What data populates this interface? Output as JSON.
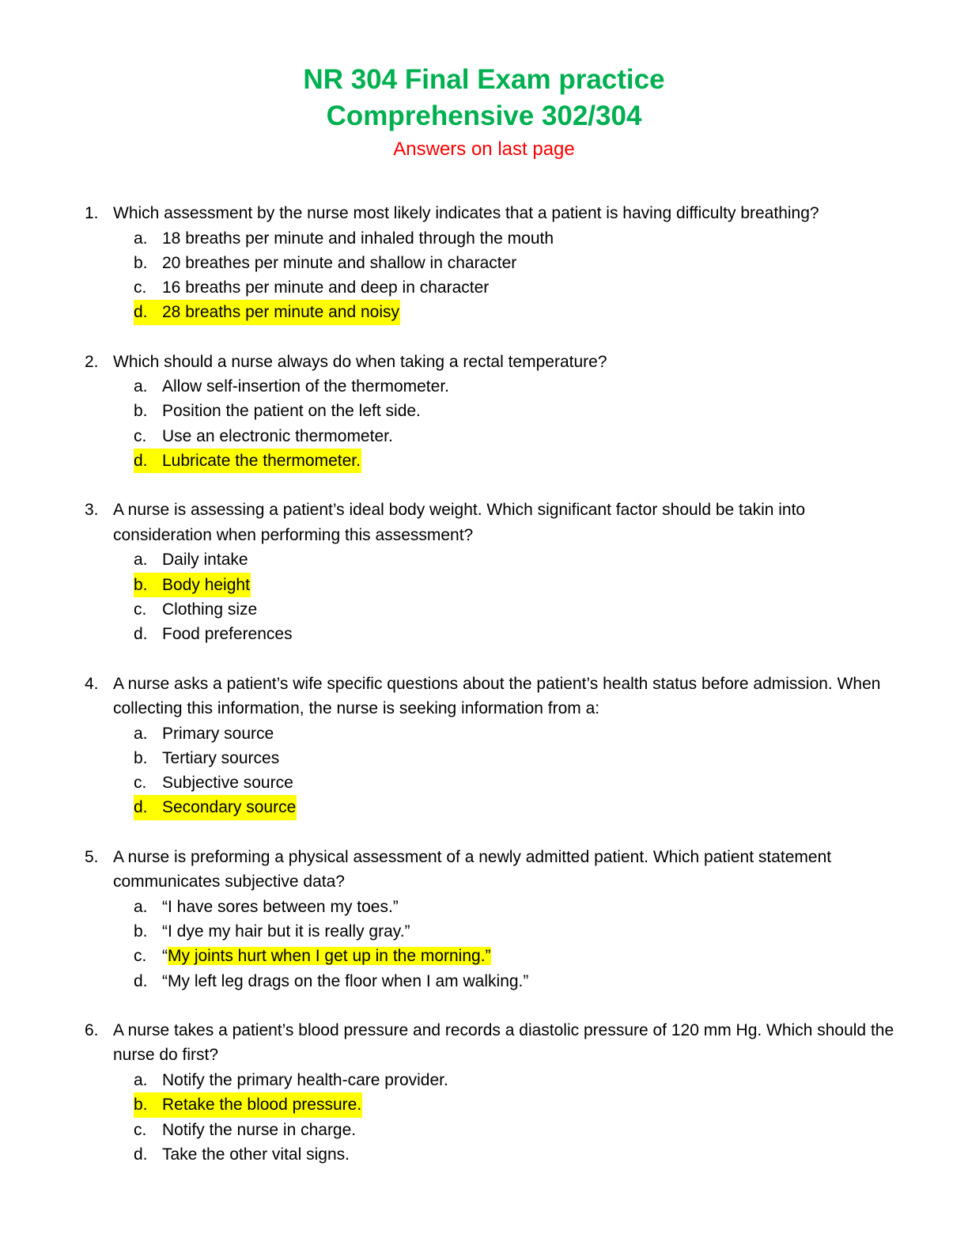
{
  "header": {
    "title_line1": "NR 304 Final Exam practice",
    "title_line2": "Comprehensive 302/304",
    "subtitle": "Answers on last page",
    "title_color": "#00b050",
    "subtitle_color": "#ff0000"
  },
  "highlight_color": "#ffff00",
  "questions": [
    {
      "number": "1.",
      "text": "Which assessment by the nurse most likely indicates that a patient is having difficulty breathing?",
      "options": [
        {
          "letter": "a.",
          "text": "18 breaths per minute and inhaled through the mouth",
          "highlighted": false
        },
        {
          "letter": "b.",
          "text": "20 breathes per minute and shallow in character",
          "highlighted": false
        },
        {
          "letter": "c.",
          "text": "16 breaths per minute and deep in character",
          "highlighted": false
        },
        {
          "letter": "d.",
          "text": "28 breaths per minute and noisy",
          "highlighted": true
        }
      ]
    },
    {
      "number": "2.",
      "text": "Which should a nurse always do when taking a rectal temperature?",
      "options": [
        {
          "letter": "a.",
          "text": "Allow self-insertion of the thermometer.",
          "highlighted": false
        },
        {
          "letter": "b.",
          "text": "Position the patient on the left side.",
          "highlighted": false
        },
        {
          "letter": "c.",
          "text": "Use an electronic thermometer.",
          "highlighted": false
        },
        {
          "letter": "d.",
          "text": "Lubricate the thermometer.",
          "highlighted": true
        }
      ]
    },
    {
      "number": "3.",
      "text": "A nurse is assessing a patient’s ideal body weight. Which significant factor should be takin into consideration when performing this assessment?",
      "options": [
        {
          "letter": "a.",
          "text": "Daily intake",
          "highlighted": false
        },
        {
          "letter": "b.",
          "text": "Body height",
          "highlighted": true
        },
        {
          "letter": "c.",
          "text": "Clothing size",
          "highlighted": false
        },
        {
          "letter": "d.",
          "text": "Food preferences",
          "highlighted": false
        }
      ]
    },
    {
      "number": "4.",
      "text": "A nurse asks a patient’s wife specific questions about the patient’s health status before admission. When collecting this information, the nurse is seeking information from a:",
      "options": [
        {
          "letter": "a.",
          "text": "Primary source",
          "highlighted": false
        },
        {
          "letter": "b.",
          "text": "Tertiary sources",
          "highlighted": false
        },
        {
          "letter": "c.",
          "text": "Subjective source",
          "highlighted": false
        },
        {
          "letter": "d.",
          "text": "Secondary source",
          "highlighted": true
        }
      ]
    },
    {
      "number": "5.",
      "text": "A nurse is preforming a physical assessment of a newly admitted patient. Which patient statement communicates subjective data?",
      "options": [
        {
          "letter": "a.",
          "text": "“I have sores between my toes.”",
          "highlighted": false
        },
        {
          "letter": "b.",
          "text": "“I dye my hair but it is really gray.”",
          "highlighted": false
        },
        {
          "letter": "c.",
          "quote_open": "“",
          "text": "My joints hurt when I get up in the morning.”",
          "highlighted": "partial"
        },
        {
          "letter": "d.",
          "text": "“My left leg drags on the floor when I am walking.”",
          "highlighted": false
        }
      ]
    },
    {
      "number": "6.",
      "text": "A nurse takes a patient’s blood pressure and records a diastolic pressure of 120 mm Hg. Which should the nurse do first?",
      "options": [
        {
          "letter": "a.",
          "text": "Notify the primary health-care provider.",
          "highlighted": false
        },
        {
          "letter": "b.",
          "text": "Retake the blood pressure.",
          "highlighted": true
        },
        {
          "letter": "c.",
          "text": "Notify the nurse in charge.",
          "highlighted": false
        },
        {
          "letter": "d.",
          "text": "Take the other vital signs.",
          "highlighted": false
        }
      ]
    }
  ]
}
